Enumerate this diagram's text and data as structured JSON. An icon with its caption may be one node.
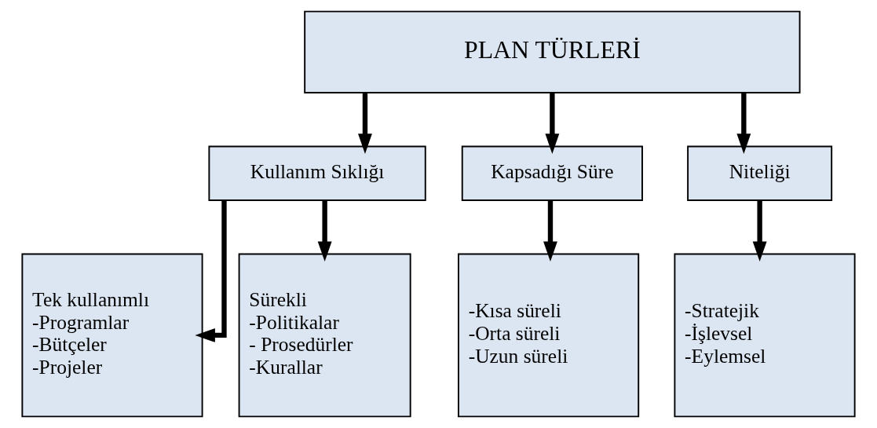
{
  "diagram": {
    "nodes": [
      {
        "text": [
          "PLAN TÜRLERİ"
        ]
      },
      {
        "text": [
          "Kullanım Sıklığı"
        ]
      },
      {
        "text": [
          "Kapsadığı Süre"
        ]
      },
      {
        "text": [
          "Niteliği"
        ]
      },
      {
        "text": [
          "Tek kullanımlı",
          "-Programlar",
          "-Bütçeler",
          "-Projeler"
        ]
      },
      {
        "text": [
          "Sürekli",
          "-Politikalar",
          "- Prosedürler",
          "-Kurallar"
        ]
      },
      {
        "text": [
          "-Kısa süreli",
          "-Orta süreli",
          "-Uzun süreli"
        ]
      },
      {
        "text": [
          "-Stratejik",
          "-İşlevsel",
          "-Eylemsel"
        ]
      }
    ],
    "edges": [
      {
        "from": 0,
        "to": 1,
        "arrow": "to"
      },
      {
        "from": 0,
        "to": 2,
        "arrow": "to"
      },
      {
        "from": 0,
        "to": 3,
        "arrow": "to"
      },
      {
        "from": 1,
        "to": 4,
        "arrow": "to"
      },
      {
        "from": 1,
        "to": 5,
        "arrow": "to"
      },
      {
        "from": 2,
        "to": 6,
        "arrow": "to"
      },
      {
        "from": 3,
        "to": 7,
        "arrow": "to"
      }
    ]
  }
}
